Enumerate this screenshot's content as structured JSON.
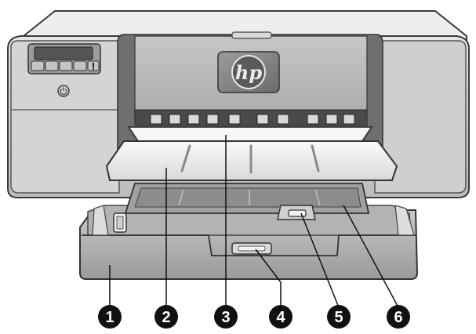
{
  "brand": {
    "logo_text": "hp"
  },
  "callouts": [
    {
      "number": "1"
    },
    {
      "number": "2"
    },
    {
      "number": "3"
    },
    {
      "number": "4"
    },
    {
      "number": "5"
    },
    {
      "number": "6"
    }
  ],
  "colors": {
    "body_light": "#d6d6d6",
    "body_mid": "#bdbdbd",
    "body_dark": "#8e8e8e",
    "outline": "#3a3a3a",
    "callout": "#111111"
  },
  "icons": {
    "power_button": "power-icon",
    "alert_button": "exclamation-icon"
  }
}
